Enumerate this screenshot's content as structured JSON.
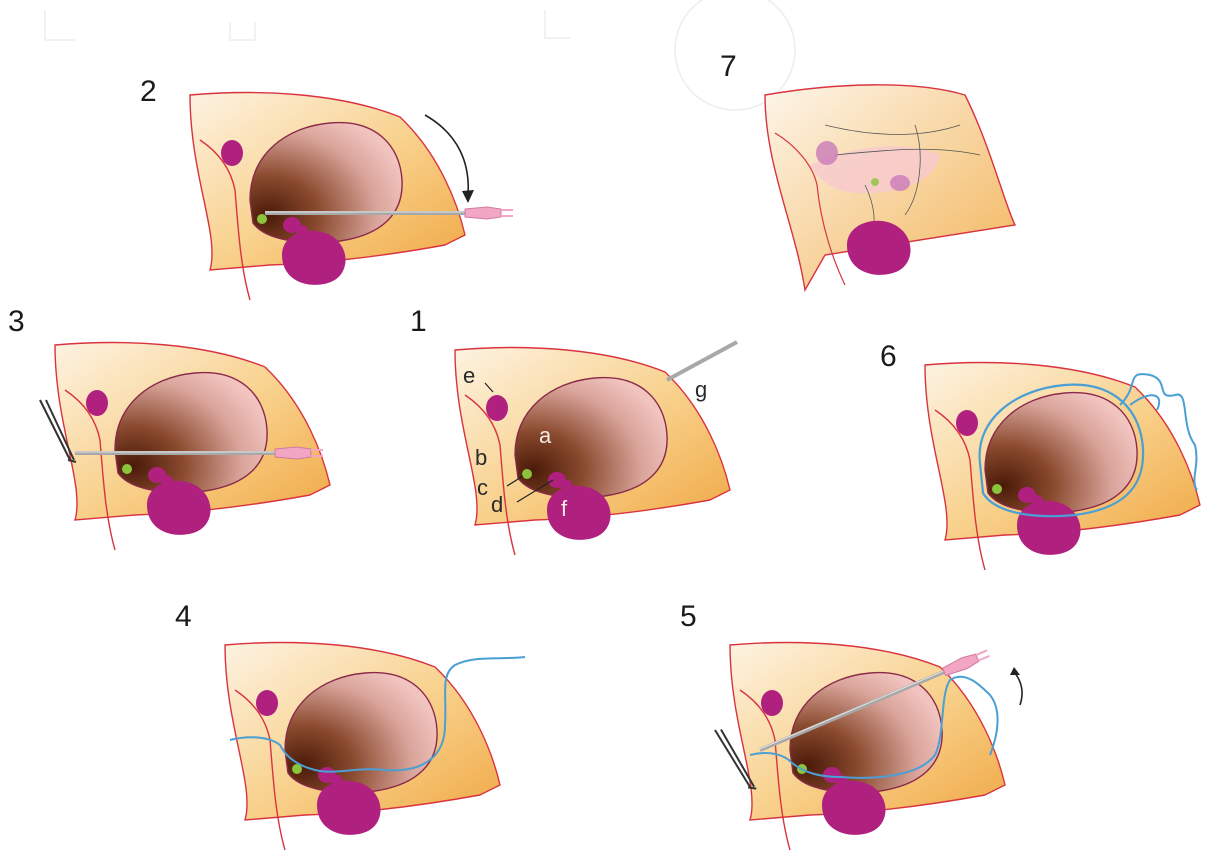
{
  "steps": [
    {
      "number": "2"
    },
    {
      "number": "7"
    },
    {
      "number": "3"
    },
    {
      "number": "1"
    },
    {
      "number": "6"
    },
    {
      "number": "4"
    },
    {
      "number": "5"
    }
  ],
  "labels": {
    "a": "a",
    "b": "b",
    "c": "c",
    "d": "d",
    "e": "e",
    "f": "f",
    "g": "g"
  },
  "colors": {
    "skin": "#f3b55a",
    "skin_light": "#fbe6c4",
    "outline": "#d9333f",
    "sac_pink": "#f0b8b4",
    "sac_dark": "#5a2410",
    "lymph": "#b0207f",
    "nerve": "#8ac43c",
    "suture": "#4a9fd4",
    "needle": "#b8b8b8",
    "needle_hub": "#f2a6c4"
  }
}
